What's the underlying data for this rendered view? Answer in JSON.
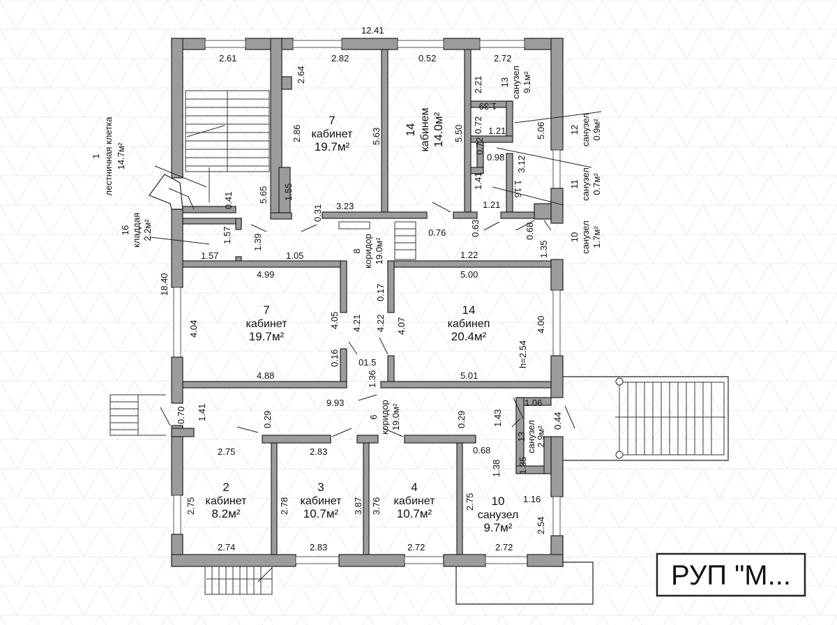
{
  "badge": {
    "text": "РУП \"М..."
  },
  "overall": {
    "width": "12.41",
    "height": "18.40"
  },
  "rooms": {
    "r7_top": {
      "num": "7",
      "label": "кабинет",
      "area": "19.7м²"
    },
    "r14_top": {
      "num": "14",
      "label": "кабинем",
      "area": "14.0м²"
    },
    "r13_top": {
      "num": "13",
      "label": "санузел",
      "area": "9.1м²"
    },
    "r12": {
      "num": "12",
      "label": "санузел",
      "area": "0.9м²"
    },
    "r11": {
      "num": "11",
      "label": "санузел",
      "area": "0.7м²"
    },
    "r10_top": {
      "num": "10",
      "label": "санузел",
      "area": "1.7м²"
    },
    "r1": {
      "num": "1",
      "label": "лестничная клетка",
      "area": "14.7м²"
    },
    "r16": {
      "num": "16",
      "label": "кладдая",
      "area": "2.2м²"
    },
    "r8": {
      "num": "8",
      "label": "коридор",
      "area": "19.0м²"
    },
    "r7_mid": {
      "num": "7",
      "label": "кабинет",
      "area": "19.7м²"
    },
    "r14_mid": {
      "num": "14",
      "label": "кабинеп",
      "area": "20.4м²"
    },
    "r6": {
      "num": "6",
      "label": "коридор",
      "area": "19.0м²"
    },
    "r13_bot": {
      "num": "13",
      "label": "санузел",
      "area": "2.9м²"
    },
    "r2": {
      "num": "2",
      "label": "кабинет",
      "area": "8.2м²"
    },
    "r3": {
      "num": "3",
      "label": "кабинет",
      "area": "10.7м²"
    },
    "r4": {
      "num": "4",
      "label": "кабинет",
      "area": "10.7м²"
    },
    "r10_bot": {
      "num": "10",
      "label": "санузел",
      "area": "9.7м²"
    }
  },
  "dims": {
    "d261": "2.61",
    "d282": "2.82",
    "d052": "0.52",
    "d272a": "2.72",
    "d264": "2.64",
    "d221": "2.21",
    "d139": "1.39",
    "d072a": "0.72",
    "d121a": "1.21",
    "d506": "5.06",
    "d072b": "0.72",
    "d098": "0.98",
    "d312": "3.12",
    "d141a": "1.41",
    "d116a": "1.16",
    "d121b": "1.21",
    "d286": "2.86",
    "d563": "5.63",
    "d550": "5.50",
    "d565": "5.65",
    "d155": "1.55",
    "d041": "0.41",
    "d031": "0.31",
    "d323": "3.23",
    "d076": "0.76",
    "d063": "0.63",
    "d068a": "0.68",
    "d135a": "1.35",
    "d157a": "1.57",
    "d139b": "1.39",
    "d157b": "1.57",
    "d105": "1.05",
    "d122": "1.22",
    "d499": "4.99",
    "d500": "5.00",
    "d017": "0.17",
    "d404": "4.04",
    "d405": "4.05",
    "d421": "4.21",
    "d422": "4.22",
    "d407": "4.07",
    "d400": "4.00",
    "h254": "h=2.54",
    "d016": "0.16",
    "d015": "01.5",
    "d488": "4.88",
    "d136": "1.36",
    "d501": "5.01",
    "d993": "9.93",
    "d106": "1.06",
    "d070": "0.70",
    "d141b": "1.41",
    "d029a": "0.29",
    "d029b": "0.29",
    "d143": "1.43",
    "d044": "0.44",
    "d275a": "2.75",
    "d283a": "2.83",
    "d068b": "0.68",
    "d135b": "1.35",
    "d138": "1.38",
    "d275b": "2.75",
    "d278": "2.78",
    "d387": "3.87",
    "d376": "3.76",
    "d275c": "2.75",
    "d116b": "1.16",
    "d254": "2.54",
    "d274": "2.74",
    "d283b": "2.83",
    "d272b": "2.72",
    "d272c": "2.72"
  }
}
